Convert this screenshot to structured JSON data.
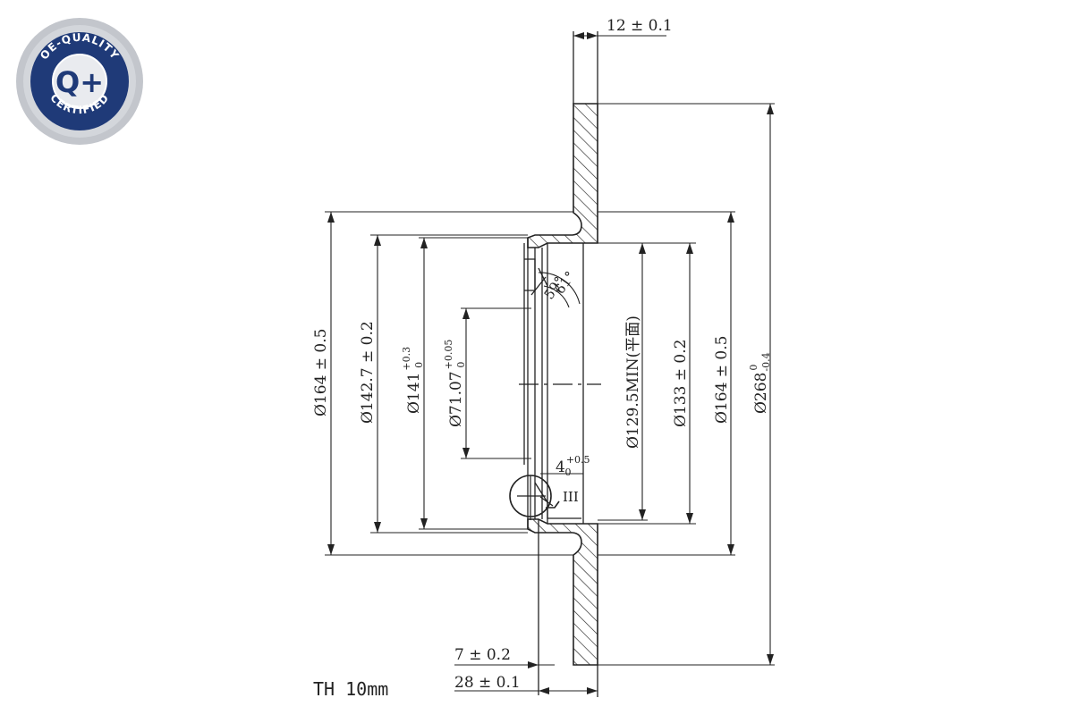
{
  "badge": {
    "top_text": "OE-QUALITY",
    "center_text": "Q+",
    "bottom_text": "CERTIFIED",
    "colors": {
      "outer_ring": "#b9bcc3",
      "disc": "#1f3a78",
      "inner": "#e9ebef"
    }
  },
  "dimensions": {
    "thickness_top": "12 ± 0.1",
    "d164_left": "Ø164 ± 0.5",
    "d142_7": "Ø142.7 ± 0.2",
    "d141": "Ø141",
    "d141_sup": "+0.3",
    "d141_sub": "0",
    "d71_07": "Ø71.07",
    "d71_07_sup": "+0.05",
    "d71_07_sub": "0",
    "d129_5": "Ø129.5MIN(平面)",
    "d133": "Ø133 ± 0.2",
    "d164_right": "Ø164 ± 0.5",
    "d268": "Ø268",
    "d268_sup": "0",
    "d268_sub": "-0.4",
    "angle_61": "61°",
    "angle_59": "59°",
    "depth_4": "4",
    "depth_4_sup": "+0.5",
    "depth_4_sub": "0",
    "detail_mark": "III",
    "dim_7": "7 ± 0.2",
    "dim_28": "28 ± 0.1"
  },
  "note": "TH 10mm"
}
